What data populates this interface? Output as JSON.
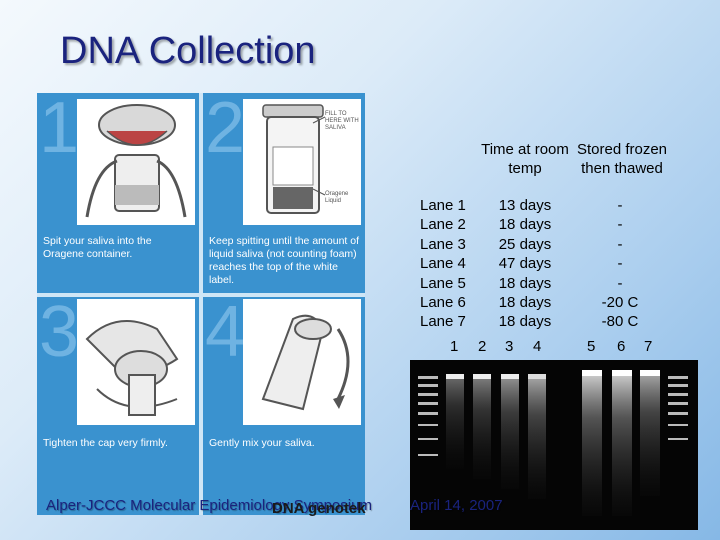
{
  "title": "DNA Collection",
  "steps": [
    {
      "num": "1",
      "caption": "Spit your saliva into the Oragene container."
    },
    {
      "num": "2",
      "caption": "Keep spitting until the amount of liquid saliva (not counting foam) reaches the top of the white label.",
      "label_text": "FILL TO HERE WITH SALIVA",
      "tube_text": "Oragene Liquid"
    },
    {
      "num": "3",
      "caption": "Tighten the cap very firmly."
    },
    {
      "num": "4",
      "caption": "Gently mix your saliva."
    }
  ],
  "table": {
    "header_time": "Time at room temp",
    "header_stored": "Stored frozen then thawed",
    "rows": [
      {
        "lane": "Lane 1",
        "time": "13 days",
        "stored": "-"
      },
      {
        "lane": "Lane 2",
        "time": "18 days",
        "stored": "-"
      },
      {
        "lane": "Lane 3",
        "time": "25 days",
        "stored": "-"
      },
      {
        "lane": "Lane 4",
        "time": "47 days",
        "stored": "-"
      },
      {
        "lane": "Lane 5",
        "time": "18 days",
        "stored": "-"
      },
      {
        "lane": "Lane 6",
        "time": "18 days",
        "stored": "-20 C"
      },
      {
        "lane": "Lane 7",
        "time": "18 days",
        "stored": "-80 C"
      }
    ]
  },
  "gel": {
    "lane_numbers": [
      "1",
      "2",
      "3",
      "4",
      "5",
      "6",
      "7"
    ]
  },
  "footer": {
    "text": "Alper-JCCC Molecular Epidemiology Symposium",
    "date": "April 14, 2007",
    "logo": "DNA genotek"
  },
  "colors": {
    "title": "#1a237e",
    "panel": "#3a92cf",
    "gel_bg": "#050505"
  }
}
